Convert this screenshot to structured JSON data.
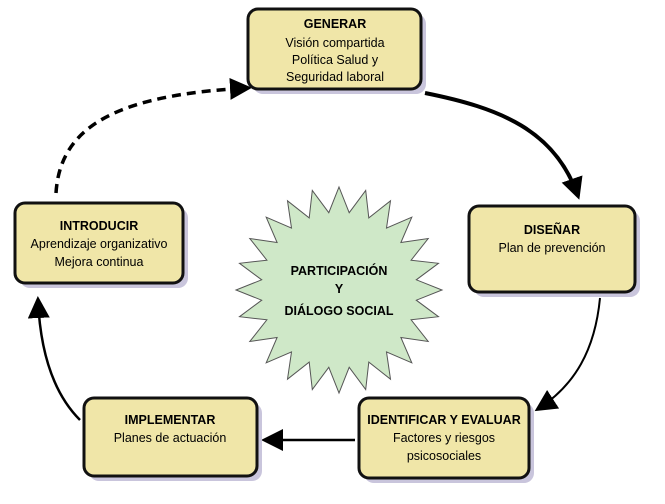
{
  "colors": {
    "box_fill": "#f0e6a8",
    "box_shadow": "#c9c5dc",
    "box_stroke": "#111111",
    "star_fill": "#cfe8c8",
    "star_stroke": "#555555",
    "arrow": "#000000"
  },
  "center": {
    "line1": "PARTICIPACIÓN",
    "line2": "Y",
    "line3": "DIÁLOGO SOCIAL"
  },
  "stages": {
    "generar": {
      "title": "GENERAR",
      "lines": [
        "Visión compartida",
        "Política Salud y",
        "Seguridad laboral"
      ]
    },
    "disenar": {
      "title": "DISEÑAR",
      "lines": [
        "Plan de prevención"
      ]
    },
    "identificar": {
      "title": "IDENTIFICAR Y EVALUAR",
      "lines": [
        "Factores y riesgos",
        "psicosociales"
      ]
    },
    "implementar": {
      "title": "IMPLEMENTAR",
      "lines": [
        "Planes de actuación"
      ]
    },
    "introducir": {
      "title": "INTRODUCIR",
      "lines": [
        "Aprendizaje organizativo",
        "Mejora continua"
      ]
    }
  }
}
